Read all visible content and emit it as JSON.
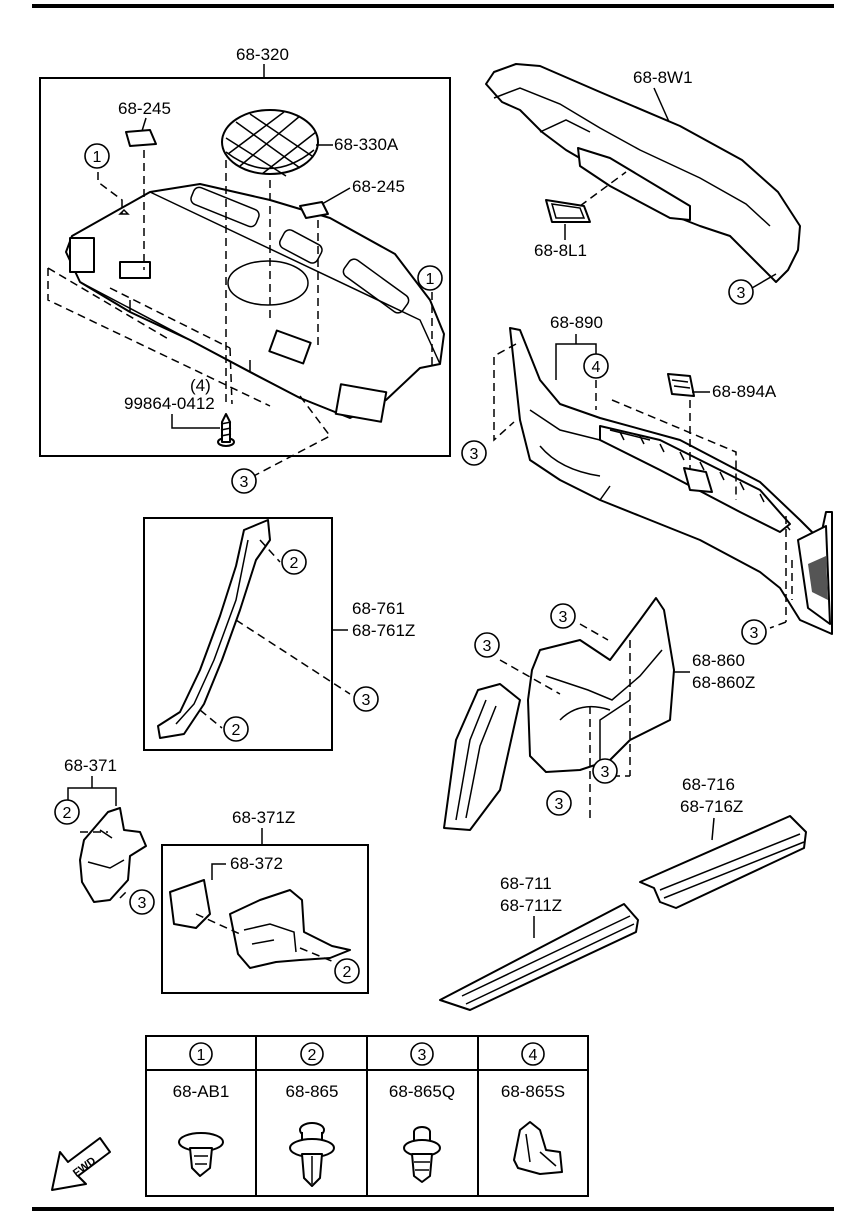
{
  "callout_numbers": [
    "1",
    "2",
    "3",
    "4"
  ],
  "parts": {
    "p68_320": "68-320",
    "p68_245_a": "68-245",
    "p68_245_b": "68-245",
    "p68_330A": "68-330A",
    "p99864_0412": "99864-0412",
    "p99864_qty": "(4)",
    "p68_8W1": "68-8W1",
    "p68_8L1": "68-8L1",
    "p68_890": "68-890",
    "p68_894A": "68-894A",
    "p68_761": "68-761",
    "p68_761Z": "68-761Z",
    "p68_860": "68-860",
    "p68_860Z": "68-860Z",
    "p68_371": "68-371",
    "p68_371Z": "68-371Z",
    "p68_372": "68-372",
    "p68_716": "68-716",
    "p68_716Z": "68-716Z",
    "p68_711": "68-711",
    "p68_711Z": "68-711Z"
  },
  "fastener_table": {
    "columns": [
      {
        "number": "1",
        "part": "68-AB1"
      },
      {
        "number": "2",
        "part": "68-865"
      },
      {
        "number": "3",
        "part": "68-865Q"
      },
      {
        "number": "4",
        "part": "68-865S"
      }
    ]
  },
  "fwd_label": "FWD"
}
